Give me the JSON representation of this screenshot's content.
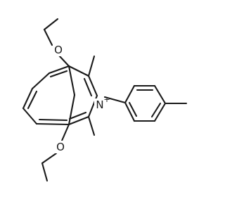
{
  "molecule": {
    "atoms": {
      "o_top": "O",
      "o_bottom": "O",
      "n_center": "N",
      "n_charge": "+"
    },
    "colors": {
      "bond": "#1a1a1a",
      "background": "#ffffff"
    }
  }
}
